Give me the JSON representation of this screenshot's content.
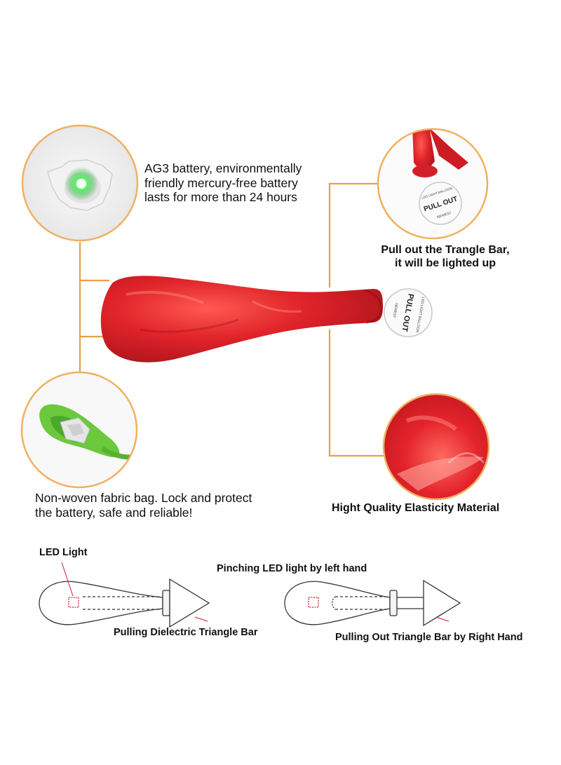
{
  "callouts": {
    "battery": {
      "lines": [
        "AG3 battery, environmentally",
        "friendly mercury-free battery",
        "lasts for more than 24 hours"
      ]
    },
    "pull_bar": {
      "lines": [
        "Pull out the Trangle Bar,",
        "it will be lighted up"
      ]
    },
    "fabric_bag": {
      "lines": [
        "Non-woven fabric bag. Lock and protect",
        "the battery, safe and reliable!"
      ]
    },
    "material": {
      "text": "Hight Quality Elasticity Material"
    }
  },
  "tab_label": {
    "text": "PULL OUT",
    "ring_text": "LED LIGHT BALLOON",
    "small_text": "NEWEST"
  },
  "diagram": {
    "led_light": "LED Light",
    "pinching": "Pinching LED light by left hand",
    "pulling_dielectric": "Pulling Dielectric Triangle Bar",
    "pulling_out": "Pulling Out Triangle Bar by Right Hand"
  },
  "colors": {
    "connector": "#e8a04a",
    "circle_border": "#f0b060",
    "balloon_red": "#e0242a",
    "balloon_dark": "#b0141a",
    "led_green": "#3ad04a",
    "bag_green": "#6cc83c",
    "line_red": "#c8202a"
  }
}
